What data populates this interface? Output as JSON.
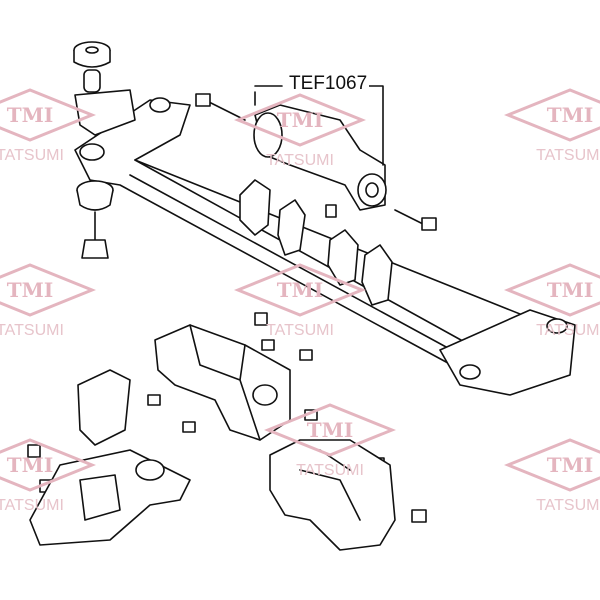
{
  "part_number": "TEF1067",
  "watermark": {
    "logo_text": "TMI",
    "brand": "TATSUMI",
    "color": "#e4b5bf"
  }
}
